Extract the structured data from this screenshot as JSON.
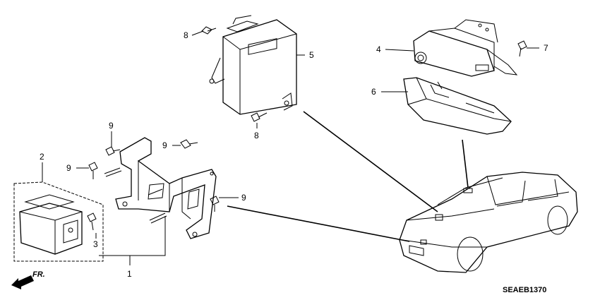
{
  "callouts": {
    "c1": "1",
    "c2": "2",
    "c3": "3",
    "c4": "4",
    "c5": "5",
    "c6": "6",
    "c7": "7",
    "c8a": "8",
    "c8b": "8",
    "c9a": "9",
    "c9b": "9",
    "c9c": "9",
    "c9d": "9"
  },
  "direction_label": "FR.",
  "diagram_code": "SEAEB1370"
}
